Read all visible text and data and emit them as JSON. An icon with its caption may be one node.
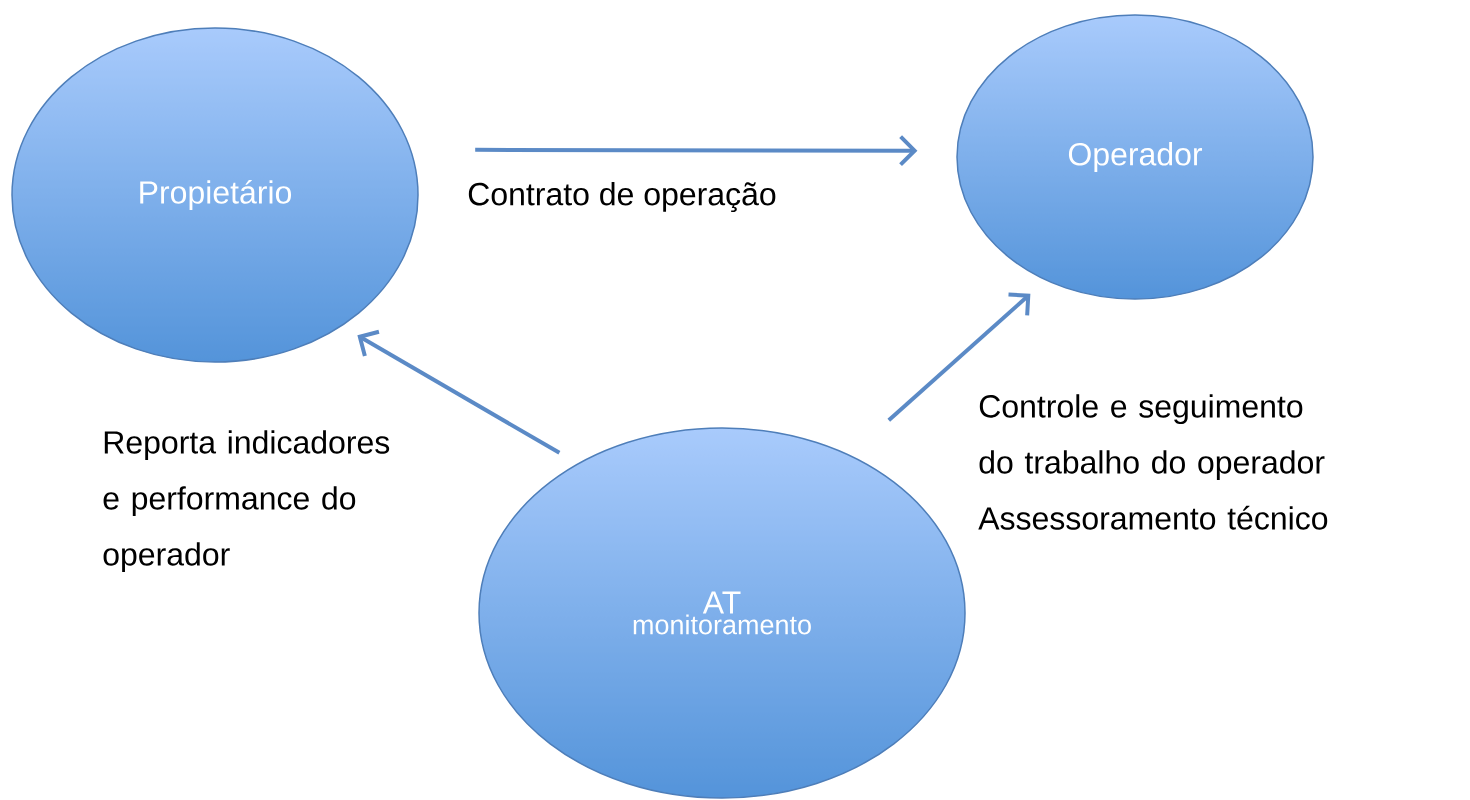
{
  "diagram": {
    "nodes": [
      {
        "text": [
          "Propietário"
        ]
      },
      {
        "text": [
          "Operador"
        ]
      },
      {
        "text": [
          "AT",
          "monitoramento"
        ]
      }
    ],
    "edges": [
      {
        "from": 0,
        "to": 1,
        "arrow": "to",
        "label": "Contrato de operação"
      },
      {
        "from": 2,
        "to": 0,
        "arrow": "to",
        "label": "Reporta indicadores e performance do operador"
      },
      {
        "from": 2,
        "to": 1,
        "arrow": "to",
        "label": "Controle e seguimento do trabalho do operador Assessoramento técnico"
      }
    ]
  }
}
